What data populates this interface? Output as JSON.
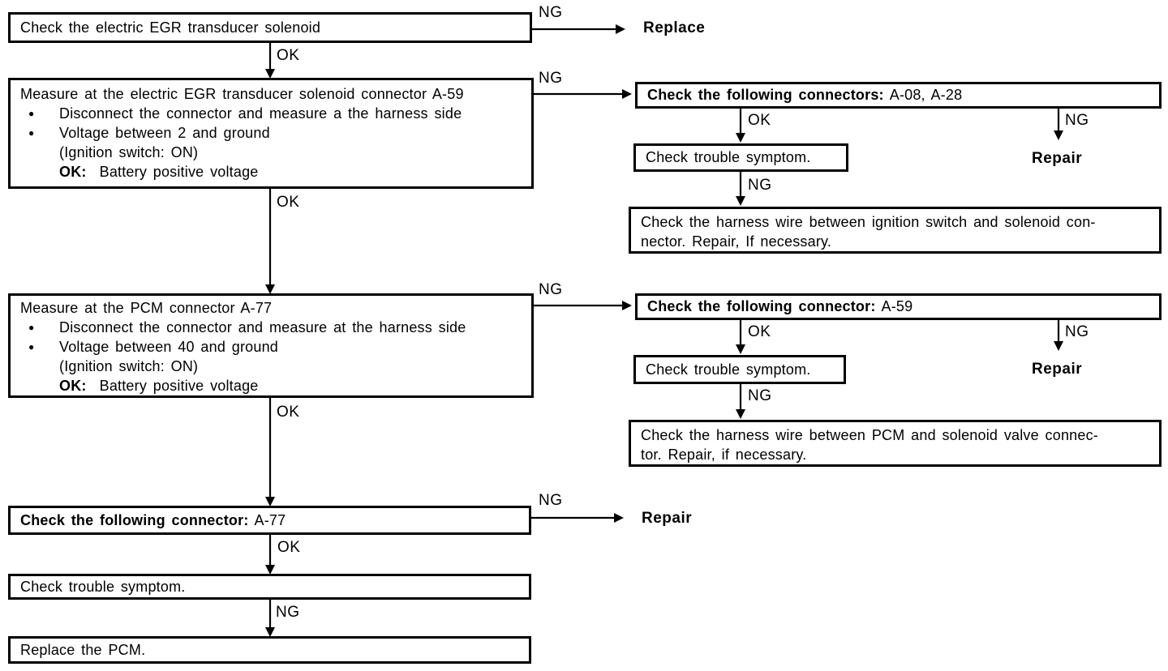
{
  "labels": {
    "ok": "OK",
    "ng": "NG"
  },
  "actions": {
    "replace": "Replace",
    "repair": "Repair"
  },
  "bullet_glyph": "●",
  "flow": {
    "step1": {
      "text": "Check the electric EGR transducer solenoid"
    },
    "step2": {
      "title": "Measure at the electric EGR transducer solenoid connector A-59",
      "bullet1": "Disconnect the connector and measure a the harness side",
      "bullet2": "Voltage between 2 and ground",
      "condition": "(Ignition switch: ON)",
      "ok_key": "OK:",
      "ok_value": "Battery positive voltage"
    },
    "step3": {
      "title": "Measure at the PCM connector A-77",
      "bullet1": "Disconnect the connector and measure at the harness side",
      "bullet2": "Voltage between 40 and ground",
      "condition": "(Ignition switch: ON)",
      "ok_key": "OK:",
      "ok_value": "Battery positive voltage"
    },
    "step4": {
      "label": "Check the following connector:",
      "value": "A-77"
    },
    "step5": {
      "text": "Check trouble symptom."
    },
    "step6": {
      "text": "Replace the PCM."
    }
  },
  "branch1": {
    "connectors": {
      "label": "Check the following connectors:",
      "value": "A-08, A-28"
    },
    "symptom": {
      "text": "Check trouble symptom."
    },
    "harness": {
      "line1": "Check the harness wire between ignition switch and solenoid con-",
      "line2": "nector. Repair, If necessary."
    }
  },
  "branch2": {
    "connector": {
      "label": "Check the following connector:",
      "value": "A-59"
    },
    "symptom": {
      "text": "Check trouble symptom."
    },
    "harness": {
      "line1": "Check the harness wire between PCM and solenoid valve connec-",
      "line2": "tor. Repair, if necessary."
    }
  }
}
